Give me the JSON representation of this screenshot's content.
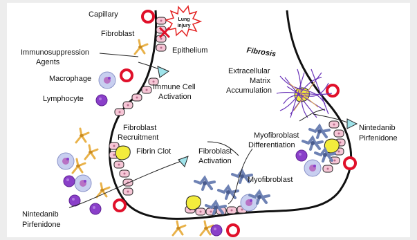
{
  "labels": {
    "capillary": "Capillary",
    "fibroblast": "Fibroblast",
    "lung_injury_1": "Lung",
    "lung_injury_2": "injury",
    "epithelium": "Epithelium",
    "immunosuppression_1": "Immunosuppression",
    "immunosuppression_2": "Agents",
    "macrophage": "Macrophage",
    "lymphocyte": "Lymphocyte",
    "immune_cell_1": "Immune Cell",
    "immune_cell_2": "Activation",
    "fibrosis": "Fibrosis",
    "ecm_1": "Extracellular",
    "ecm_2": "Matrix",
    "ecm_3": "Accumulation",
    "fib_recruit_1": "Fibroblast",
    "fib_recruit_2": "Recruitment",
    "fibrin_clot": "Fibrin Clot",
    "fib_activation_1": "Fibroblast",
    "fib_activation_2": "Activation",
    "myofib_diff_1": "Myofibroblast",
    "myofib_diff_2": "Differentiation",
    "nintedanib_right_1": "Nintedanib",
    "nintedanib_right_2": "Pirfenidone",
    "myofibroblast": "Myofibroblast",
    "nintedanib_left_1": "Nintedanib",
    "nintedanib_left_2": "Pirfenidone"
  },
  "colors": {
    "epithelial_cell": "#f6c6d6",
    "capillary_ring": "#e0102a",
    "arrowhead": "#9fe3ea",
    "fibroblast": "#e9b24a",
    "fibrin_clot": "#f3ec3c",
    "lymphocyte": "#8a3fc9",
    "macrophage": "#c8cff0",
    "myofibroblast": "#6e82b4",
    "fibrosis_fibers": "#6a34b8",
    "lung_injury_star": "#e42222"
  },
  "icons": [
    "capillary-ring",
    "fibroblast-cell",
    "macrophage-cell",
    "lymphocyte-cell",
    "myofibroblast-cell",
    "fibrin-clot",
    "lung-injury-burst",
    "epithelial-cell"
  ]
}
